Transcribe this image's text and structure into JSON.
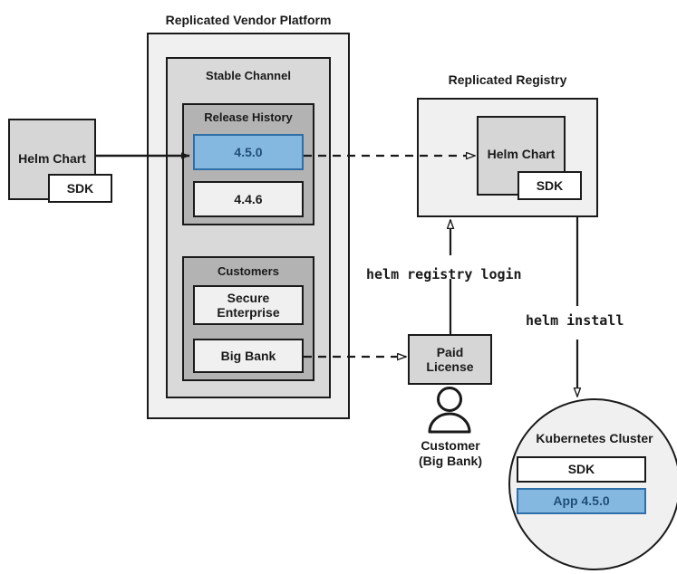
{
  "diagram": {
    "title_vendor_platform": "Replicated Vendor Platform",
    "title_registry": "Replicated Registry",
    "stable_channel": "Stable Channel",
    "release_history": "Release History",
    "customers": "Customers"
  },
  "nodes": {
    "source_helm_chart": "Helm Chart",
    "source_sdk": "SDK",
    "release_current": "4.5.0",
    "release_previous": "4.4.6",
    "customer_secure_enterprise": "Secure\nEnterprise",
    "customer_secure_enterprise_line1": "Secure",
    "customer_secure_enterprise_line2": "Enterprise",
    "customer_big_bank": "Big Bank",
    "registry_helm_chart": "Helm Chart",
    "registry_sdk": "SDK",
    "paid_license_line1": "Paid",
    "paid_license_line2": "License",
    "customer_person_line1": "Customer",
    "customer_person_line2": "(Big Bank)",
    "cluster_title": "Kubernetes Cluster",
    "cluster_sdk": "SDK",
    "cluster_app": "App 4.5.0"
  },
  "commands": {
    "registry_login": "helm registry login",
    "helm_install": "helm install"
  },
  "colors": {
    "accent_blue_fill": "#85b8e0",
    "accent_blue_border": "#2f6fa8",
    "accent_blue_text": "#1f4e79",
    "platform_fill": "#f0f0f0",
    "channel_fill": "#d9d9d9",
    "group_fill": "#b3b3b3",
    "stroke": "#1a1a1a"
  },
  "icons": {
    "person": "person-icon",
    "arrow_solid": "arrow-solid",
    "arrow_dashed": "arrow-dashed"
  }
}
